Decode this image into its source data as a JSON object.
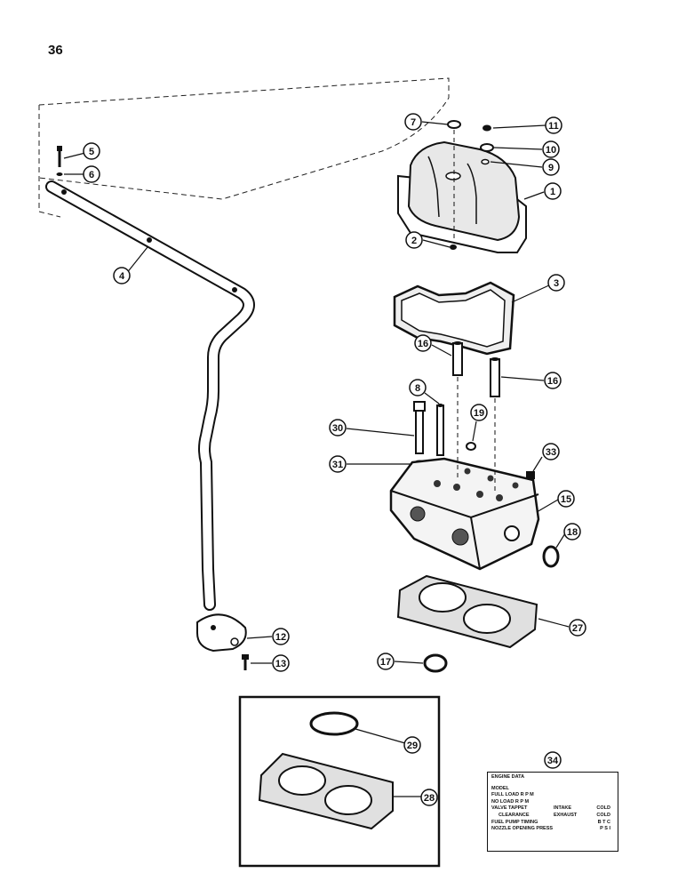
{
  "page_number": "36",
  "callouts": {
    "c1": "1",
    "c2": "2",
    "c3": "3",
    "c4": "4",
    "c5": "5",
    "c6": "6",
    "c7": "7",
    "c8": "8",
    "c9": "9",
    "c10": "10",
    "c11": "11",
    "c12": "12",
    "c13": "13",
    "c15": "15",
    "c16a": "16",
    "c16b": "16",
    "c17": "17",
    "c18": "18",
    "c19": "19",
    "c27": "27",
    "c28": "28",
    "c29": "29",
    "c30": "30",
    "c31": "31",
    "c33": "33",
    "c34": "34"
  },
  "engine_data_plate": {
    "title": "ENGINE DATA",
    "model": "MODEL",
    "full_load": "FULL LOAD R P M",
    "no_load": "NO LOAD R P M",
    "valve_tappet": "VALVE TAPPET",
    "intake": "INTAKE",
    "cold_1": "COLD",
    "clearance": "CLEARANCE",
    "exhaust": "EXHAUST",
    "cold_2": "COLD",
    "fuel_pump_timing": "FUEL PUMP TIMING",
    "btc": "B T C",
    "nozzle_opening_press": "NOZZLE OPENING PRESS",
    "psi": "P S I"
  }
}
